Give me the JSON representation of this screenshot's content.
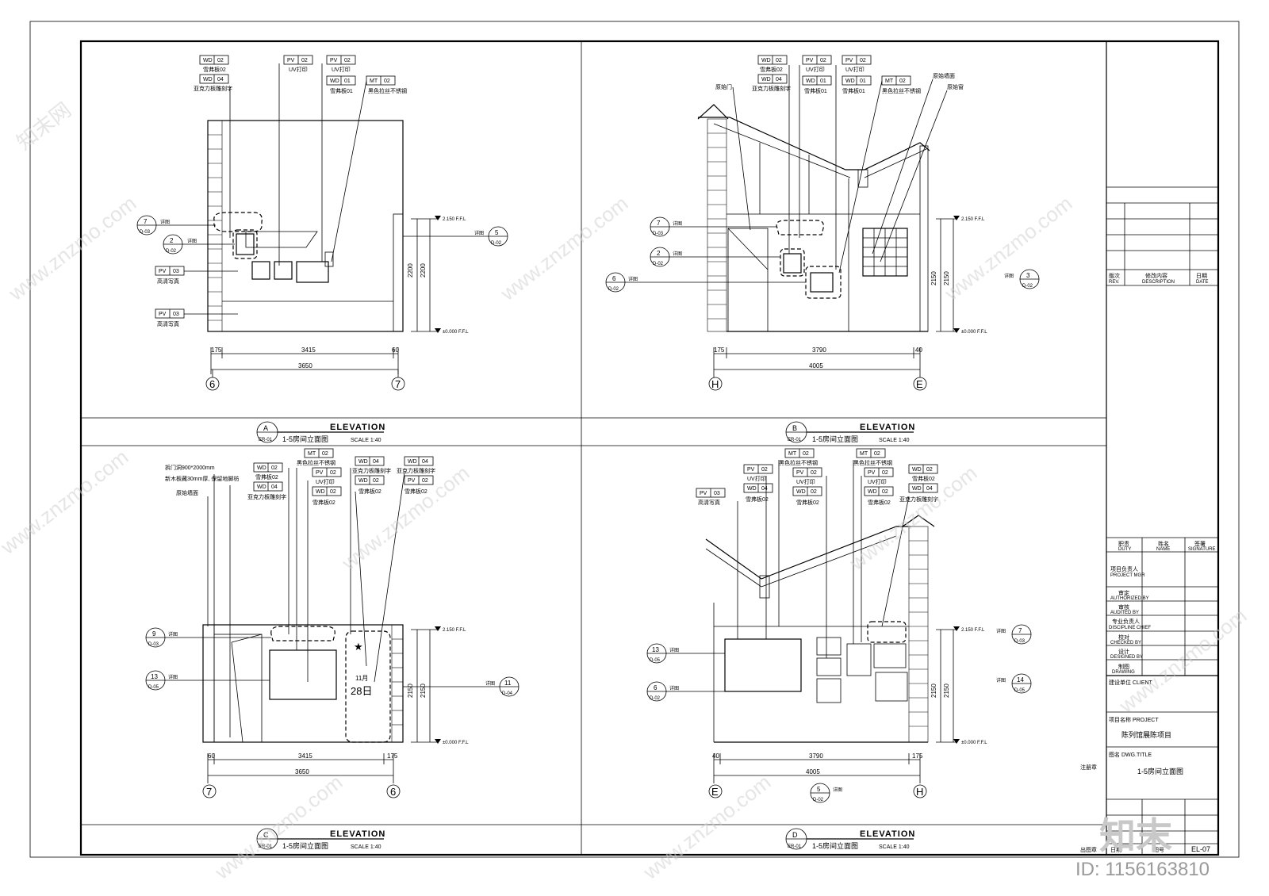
{
  "panels": [
    {
      "id": "A",
      "sheet_ref": "ER-01",
      "heading": "ELEVATION",
      "title": "1-5房间立面图",
      "scale": "SCALE 1:40",
      "tags": [
        {
          "code": "WD",
          "num": "02",
          "desc": "雪弗板02"
        },
        {
          "code": "WD",
          "num": "04",
          "desc": "亚克力板雕刻字"
        },
        {
          "code": "PV",
          "num": "02",
          "desc": "UV打印"
        },
        {
          "code": "PV",
          "num": "02",
          "desc": "UV打印"
        },
        {
          "code": "WD",
          "num": "01",
          "desc": "雪弗板01"
        },
        {
          "code": "MT",
          "num": "02",
          "desc": "黑色拉丝不锈钢"
        }
      ],
      "side_tags": [
        {
          "code": "PV",
          "num": "03",
          "desc": "高清写真"
        },
        {
          "code": "PV",
          "num": "03",
          "desc": "高清写真"
        }
      ],
      "callouts": [
        {
          "num": "7",
          "ref": "D-03",
          "label": "详图"
        },
        {
          "num": "2",
          "ref": "D-02",
          "label": "详图"
        },
        {
          "num": "5",
          "ref": "D-02",
          "label": "详图"
        }
      ],
      "levels": [
        "2.150 F.F.L",
        "±0.000 F.F.L"
      ],
      "heights": [
        "2200",
        "2200"
      ],
      "dims_top": [
        "175",
        "3415",
        "60"
      ],
      "dim_total": "3650",
      "grids": [
        "6",
        "7"
      ]
    },
    {
      "id": "B",
      "sheet_ref": "ER-01",
      "heading": "ELEVATION",
      "title": "1-5房间立面图",
      "scale": "SCALE 1:40",
      "tags": [
        {
          "code": "WD",
          "num": "02",
          "desc": "雪弗板02"
        },
        {
          "code": "WD",
          "num": "04",
          "desc": "亚克力板雕刻字"
        },
        {
          "code": "PV",
          "num": "02",
          "desc": "UV打印"
        },
        {
          "code": "WD",
          "num": "01",
          "desc": "雪弗板01"
        },
        {
          "code": "PV",
          "num": "02",
          "desc": "UV打印"
        },
        {
          "code": "WD",
          "num": "01",
          "desc": "雪弗板01"
        },
        {
          "code": "MT",
          "num": "02",
          "desc": "黑色拉丝不锈钢"
        }
      ],
      "notes": [
        "原始门",
        "原始墙面",
        "原始窗"
      ],
      "callouts": [
        {
          "num": "7",
          "ref": "D-03",
          "label": "详图"
        },
        {
          "num": "2",
          "ref": "D-02",
          "label": "详图"
        },
        {
          "num": "6",
          "ref": "D-02",
          "label": "详图"
        },
        {
          "num": "3",
          "ref": "D-02",
          "label": "详图"
        }
      ],
      "levels": [
        "2.150 F.F.L",
        "±0.000 F.F.L"
      ],
      "heights": [
        "2150",
        "2150"
      ],
      "dims_top": [
        "175",
        "3790",
        "40"
      ],
      "dim_total": "4005",
      "grids": [
        "H",
        "E"
      ]
    },
    {
      "id": "C",
      "sheet_ref": "ER-01",
      "heading": "ELEVATION",
      "title": "1-5房间立面图",
      "scale": "SCALE 1:40",
      "notes": [
        "拆门洞900*2000mm",
        "新木板藏30mm厚, 保留地脚枋",
        "原始墙面"
      ],
      "tags": [
        {
          "code": "WD",
          "num": "02",
          "desc": "雪弗板02"
        },
        {
          "code": "WD",
          "num": "04",
          "desc": "亚克力板雕刻字"
        },
        {
          "code": "MT",
          "num": "02",
          "desc": "黑色拉丝不锈钢"
        },
        {
          "code": "PV",
          "num": "02",
          "desc": "UV打印"
        },
        {
          "code": "WD",
          "num": "02",
          "desc": "雪弗板02"
        },
        {
          "code": "WD",
          "num": "04",
          "desc": "亚克力板雕刻字"
        },
        {
          "code": "WD",
          "num": "02",
          "desc": "雪弗板02"
        },
        {
          "code": "WD",
          "num": "04",
          "desc": "亚克力板雕刻字"
        },
        {
          "code": "PV",
          "num": "02",
          "desc": "雪弗板02"
        }
      ],
      "callouts": [
        {
          "num": "9",
          "ref": "D-03",
          "label": "详图"
        },
        {
          "num": "13",
          "ref": "D-05",
          "label": "详图"
        },
        {
          "num": "11",
          "ref": "D-04",
          "label": "详图"
        }
      ],
      "panel_text": [
        "11月",
        "28日"
      ],
      "levels": [
        "2.150 F.F.L",
        "±0.000 F.F.L"
      ],
      "heights": [
        "2150",
        "2150"
      ],
      "dims_top": [
        "60",
        "3415",
        "175"
      ],
      "dim_total": "3650",
      "grids": [
        "7",
        "6"
      ]
    },
    {
      "id": "D",
      "sheet_ref": "ER-01",
      "heading": "ELEVATION",
      "title": "1-5房间立面图",
      "scale": "SCALE 1:40",
      "tags": [
        {
          "code": "PV",
          "num": "03",
          "desc": "高清写真"
        },
        {
          "code": "PV",
          "num": "02",
          "desc": "UV打印"
        },
        {
          "code": "WD",
          "num": "04",
          "desc": "雪弗板02"
        },
        {
          "code": "MT",
          "num": "02",
          "desc": "黑色拉丝不锈钢"
        },
        {
          "code": "PV",
          "num": "02",
          "desc": "UV打印"
        },
        {
          "code": "WD",
          "num": "02",
          "desc": "雪弗板02"
        },
        {
          "code": "MT",
          "num": "02",
          "desc": "黑色拉丝不锈钢"
        },
        {
          "code": "PV",
          "num": "02",
          "desc": "UV打印"
        },
        {
          "code": "WD",
          "num": "02",
          "desc": "雪弗板02"
        },
        {
          "code": "WD",
          "num": "02",
          "desc": "雪弗板02"
        },
        {
          "code": "WD",
          "num": "04",
          "desc": "亚克力板雕刻字"
        }
      ],
      "callouts": [
        {
          "num": "13",
          "ref": "D-05",
          "label": "详图"
        },
        {
          "num": "6",
          "ref": "D-02",
          "label": "详图"
        },
        {
          "num": "7",
          "ref": "D-03",
          "label": "详图"
        },
        {
          "num": "14",
          "ref": "D-05",
          "label": "详图"
        },
        {
          "num": "5",
          "ref": "D-02",
          "label": "详图"
        }
      ],
      "levels": [
        "2.150 F.F.L",
        "±0.000 F.F.L"
      ],
      "heights": [
        "2150",
        "2150"
      ],
      "dims_top": [
        "40",
        "3790",
        "175"
      ],
      "dim_total": "4005",
      "grids": [
        "E",
        "H"
      ]
    }
  ],
  "title_block": {
    "revision_col": "版次",
    "revision_col_en": "REV.",
    "content_col": "修改内容",
    "content_col_en": "DESCRIPTION",
    "date_col": "日期",
    "date_col_en": "DATE",
    "duty": "职责",
    "duty_en": "DUTY",
    "name": "姓名",
    "name_en": "NAME",
    "signature": "签署",
    "signature_en": "SIGNATURE",
    "roles": [
      "项目负责人",
      "审定",
      "审核",
      "专业负责人",
      "校对",
      "设计",
      "制图"
    ],
    "roles_en": [
      "PROJECT MGR",
      "AUTHORIZED BY",
      "AUDITED BY",
      "DISCIPLINE CHIEF",
      "CHECKED BY",
      "DESIGNED BY",
      "DRAWING"
    ],
    "client_label": "建设单位 CLIENT",
    "project_label": "项目名称 PROJECT",
    "project_name": "陈列馆展陈项目",
    "drawing_label": "图名 DWG.TITLE",
    "drawing_title": "1-5房间立面图",
    "stamp_label": "注册章",
    "publish_label": "出图章",
    "drawing_no_label": "图号",
    "drawing_no": "EL-07",
    "date_label": "日期"
  },
  "watermark": {
    "site": "www.znzmo.com",
    "brand": "知末网",
    "logo": "知末",
    "id": "ID: 1156163810"
  }
}
